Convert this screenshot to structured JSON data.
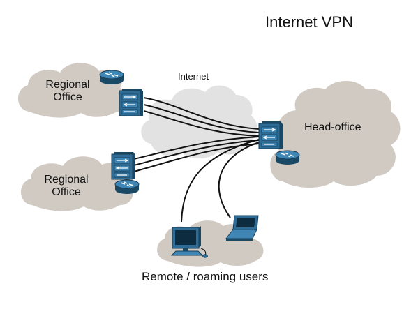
{
  "title": "Internet VPN",
  "labels": {
    "internet": "Internet",
    "regional_office_1": "Regional\nOffice",
    "regional_office_2": "Regional\nOffice",
    "head_office": "Head-office",
    "remote_users": "Remote / roaming users"
  },
  "colors": {
    "cloud_gray": "#d1cac3",
    "internet_cloud": "#e2e2e2",
    "device_blue": "#2e6c95",
    "device_dark": "#1a4966",
    "link": "#111111",
    "text": "#111111"
  },
  "nodes": [
    {
      "id": "regional-office-1",
      "devices": [
        "firewall",
        "router"
      ]
    },
    {
      "id": "regional-office-2",
      "devices": [
        "firewall",
        "router"
      ]
    },
    {
      "id": "head-office",
      "devices": [
        "firewall",
        "router"
      ]
    },
    {
      "id": "remote-users",
      "devices": [
        "desktop-computer",
        "laptop"
      ]
    }
  ],
  "connections": [
    {
      "from": "regional-office-1",
      "to": "head-office",
      "type": "vpn-tunnel"
    },
    {
      "from": "regional-office-2",
      "to": "head-office",
      "type": "vpn-tunnel"
    },
    {
      "from": "remote-users-desktop",
      "to": "head-office",
      "type": "vpn-tunnel"
    },
    {
      "from": "remote-users-laptop",
      "to": "head-office",
      "type": "vpn-tunnel"
    }
  ]
}
